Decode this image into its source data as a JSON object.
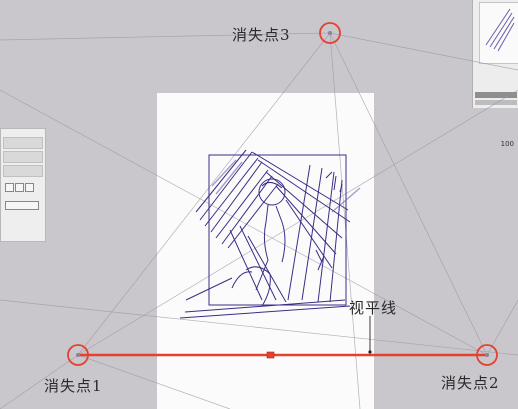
{
  "labels": {
    "vanishing_point_3": "消失点3",
    "vanishing_point_1": "消失点1",
    "vanishing_point_2": "消失点2",
    "horizon_line": "视平线"
  },
  "toolbar": {
    "value": "100"
  },
  "colors": {
    "marker_red": "#e4412f",
    "canvas": "#fbfbfb",
    "workspace": "#c9c6cc",
    "sketch_ink": "#3b2d86"
  }
}
